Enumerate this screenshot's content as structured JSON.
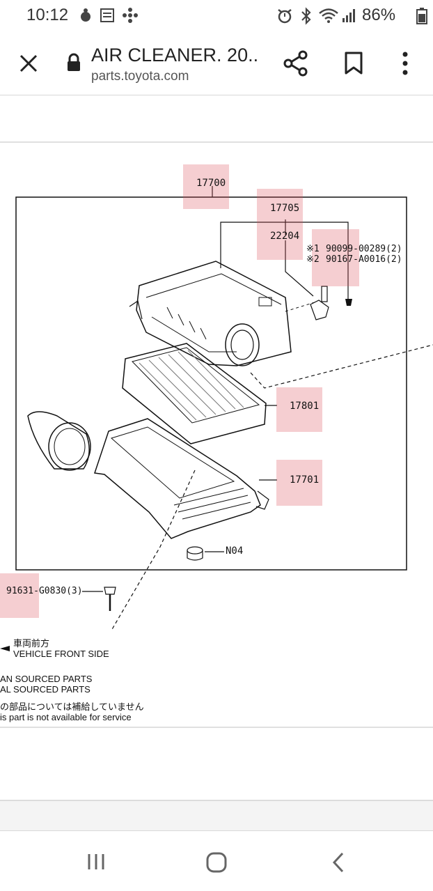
{
  "status_bar": {
    "time": "10:12",
    "battery": "86%",
    "left_icons": [
      "fan-notification-icon",
      "news-notification-icon",
      "pinwheel-notification-icon"
    ],
    "right_icons": [
      "alarm-icon",
      "bluetooth-icon",
      "wifi-icon",
      "signal-icon",
      "battery-icon"
    ]
  },
  "toolbar": {
    "title": "AIR CLEANER. 20...",
    "url": "parts.toyota.com",
    "icons": [
      "close-icon",
      "lock-icon",
      "share-icon",
      "bookmark-icon",
      "more-vert-icon"
    ]
  },
  "diagram": {
    "parts": [
      {
        "number": "17700"
      },
      {
        "number": "17705"
      },
      {
        "number": "22204"
      },
      {
        "number": "90099-00289(2)",
        "mark": "※1"
      },
      {
        "number": "90167-A0016(2)",
        "mark": "※2"
      },
      {
        "number": "17801"
      },
      {
        "number": "17701"
      },
      {
        "number": "N04"
      },
      {
        "number": "91631-G0830(3)"
      }
    ],
    "notes": {
      "vehicle_front_jp": "車両前方",
      "vehicle_front_en": "VEHICLE FRONT SIDE",
      "line1": "AN SOURCED PARTS",
      "line2": "AL SOURCED PARTS",
      "line3_jp": "の部品については補給していません",
      "line4": "is part is not available for service"
    },
    "highlight_color": "#e26a72"
  },
  "nav_bar": {
    "icons": [
      "recent-apps-icon",
      "home-icon",
      "back-icon"
    ]
  }
}
